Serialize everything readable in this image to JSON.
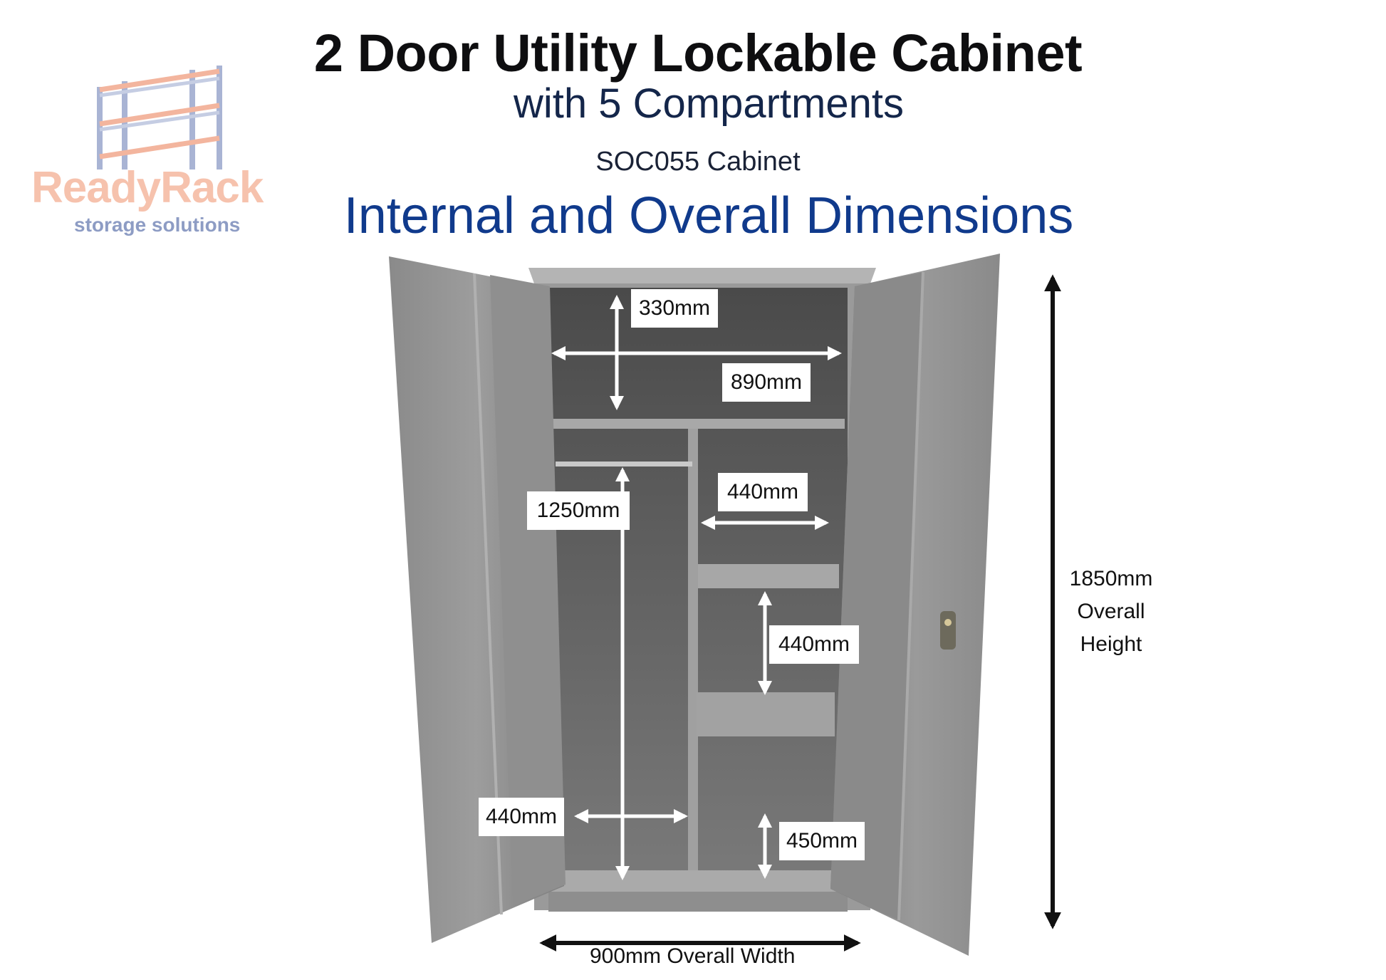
{
  "title": {
    "line1": "2 Door Utility Lockable Cabinet",
    "line2": "with 5 Compartments",
    "model": "SOC055 Cabinet",
    "section": "Internal and Overall Dimensions"
  },
  "logo": {
    "name": "ReadyRack",
    "tagline": "storage solutions"
  },
  "dimensions": {
    "top_height": "330mm",
    "top_width": "890mm",
    "robe_height": "1250mm",
    "shelf_width": "440mm",
    "shelf_height": "440mm",
    "robe_width": "440mm",
    "bottom_height": "450mm",
    "overall_height_value": "1850mm",
    "overall_height_word1": "Overall",
    "overall_height_word2": "Height",
    "overall_width": "900mm Overall Width"
  },
  "colors": {
    "title_dark": "#0e0e10",
    "title_navy": "#14264a",
    "section_blue": "#103a8c",
    "logo_peach": "#f6c2ad",
    "logo_lavender": "#8d9cc4",
    "cabinet_grey": "#8c8c8c"
  }
}
